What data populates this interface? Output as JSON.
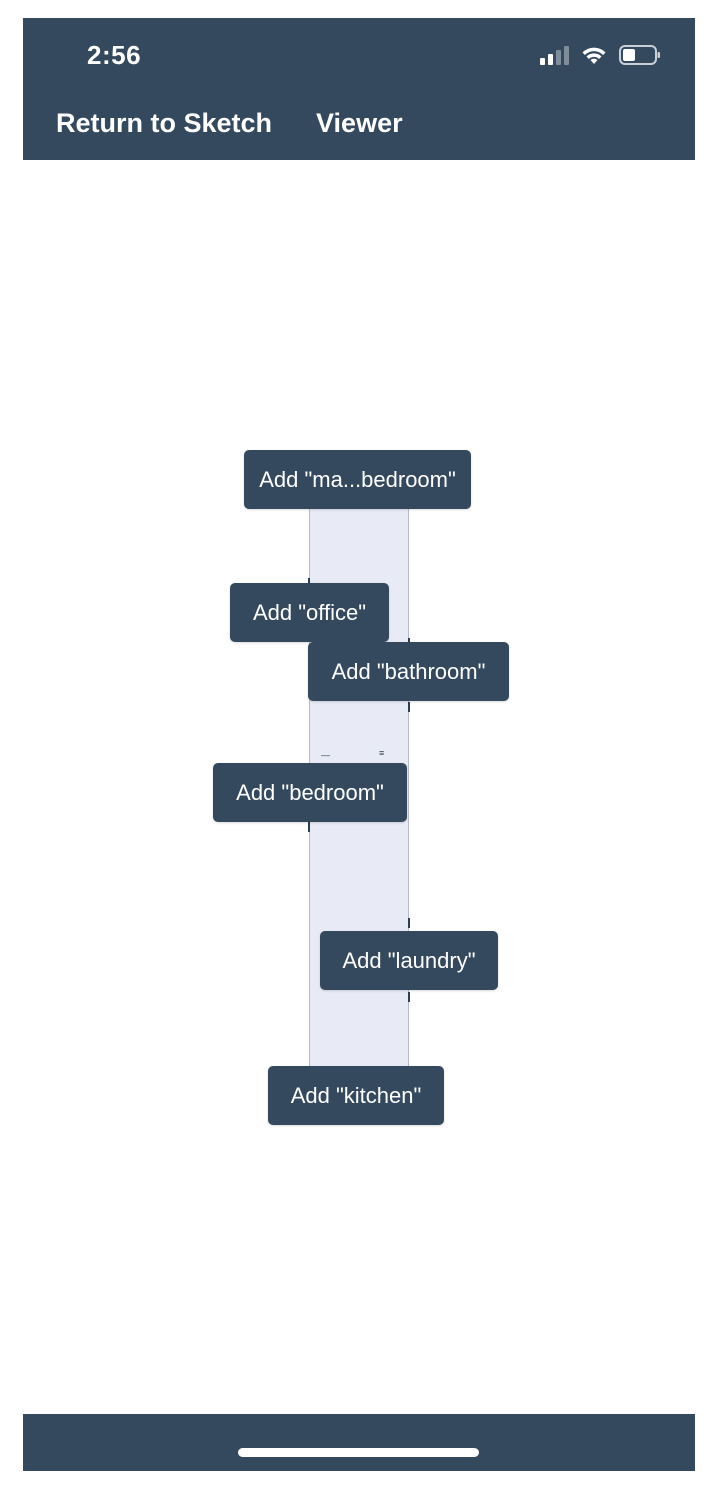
{
  "status_bar": {
    "time": "2:56",
    "signal_icon": "cellular-signal-icon",
    "wifi_icon": "wifi-icon",
    "battery_icon": "battery-icon",
    "battery_level": 0.4
  },
  "nav": {
    "return_label": "Return to Sketch",
    "viewer_label": "Viewer"
  },
  "rooms": [
    {
      "label": "Add \"ma...bedroom\""
    },
    {
      "label": "Add \"office\""
    },
    {
      "label": "Add \"bathroom\""
    },
    {
      "label": "Add \"bedroom\""
    },
    {
      "label": "Add \"laundry\""
    },
    {
      "label": "Add \"kitchen\""
    }
  ],
  "colors": {
    "bar": "#34495e",
    "plan_fill": "#e8ebf6",
    "plan_border": "#b6bccd",
    "button_text": "#ffffff"
  }
}
